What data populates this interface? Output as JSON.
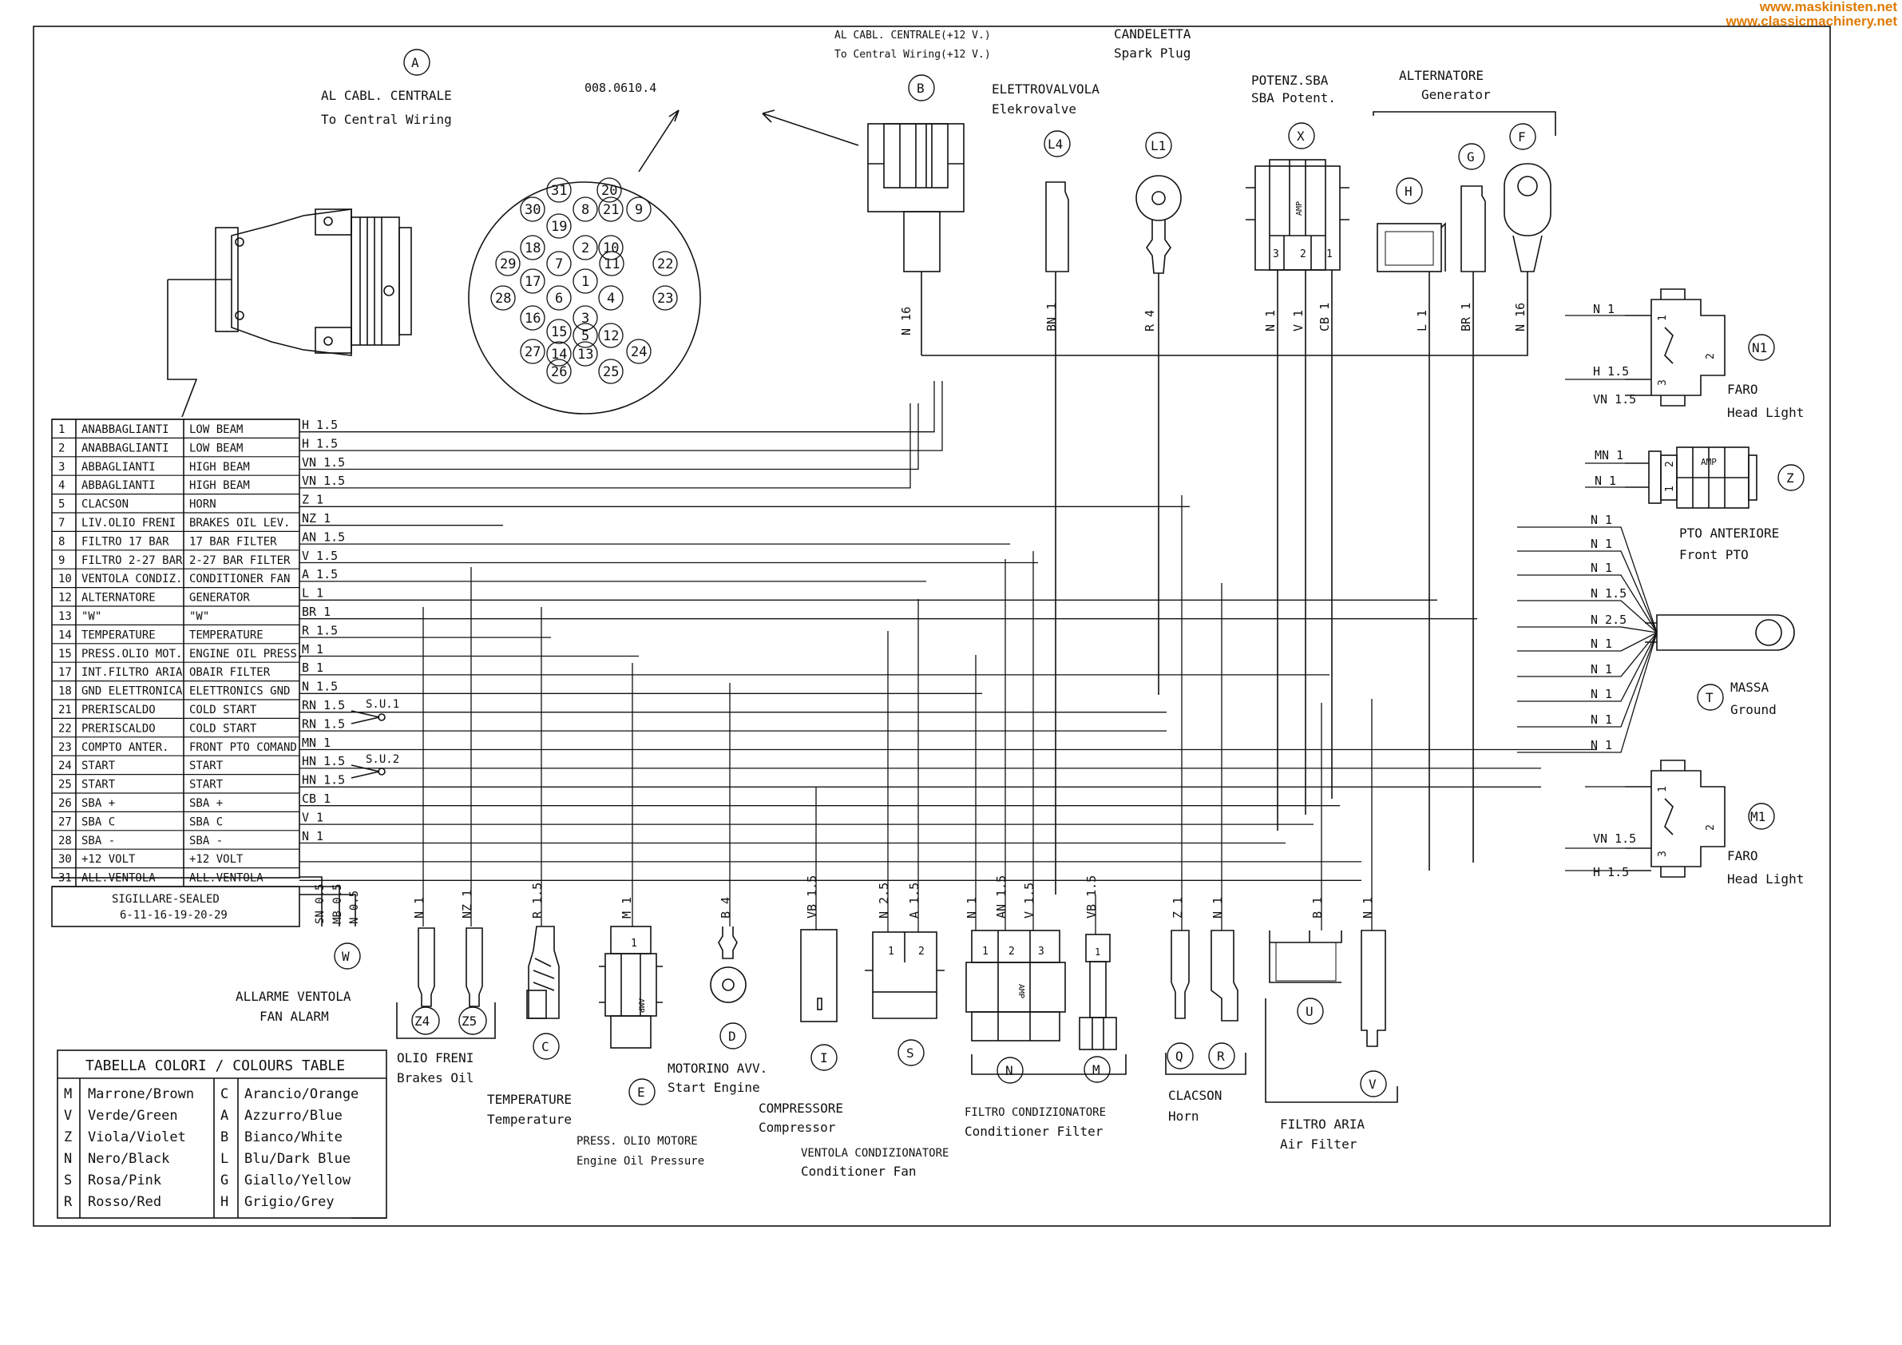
{
  "watermark": {
    "line1": "www.maskinisten.net",
    "line2": "www.classicmachinery.net"
  },
  "pin_table": [
    {
      "n": "1",
      "it": "ANABBAGLIANTI",
      "en": "LOW BEAM",
      "wire": "H 1.5"
    },
    {
      "n": "2",
      "it": "ANABBAGLIANTI",
      "en": "LOW BEAM",
      "wire": "H 1.5"
    },
    {
      "n": "3",
      "it": "ABBAGLIANTI",
      "en": "HIGH BEAM",
      "wire": "VN 1.5"
    },
    {
      "n": "4",
      "it": "ABBAGLIANTI",
      "en": "HIGH BEAM",
      "wire": "VN 1.5"
    },
    {
      "n": "5",
      "it": "CLACSON",
      "en": "HORN",
      "wire": "Z 1"
    },
    {
      "n": "7",
      "it": "LIV.OLIO FRENI",
      "en": "BRAKES OIL LEV.",
      "wire": "NZ 1"
    },
    {
      "n": "8",
      "it": "FILTRO 17 BAR",
      "en": "17 BAR FILTER",
      "wire": "AN 1.5"
    },
    {
      "n": "9",
      "it": "FILTRO 2-27 BAR",
      "en": "2-27 BAR FILTER",
      "wire": "V 1.5"
    },
    {
      "n": "10",
      "it": "VENTOLA CONDIZ.",
      "en": "CONDITIONER FAN",
      "wire": "A 1.5"
    },
    {
      "n": "12",
      "it": "ALTERNATORE",
      "en": "GENERATOR",
      "wire": "L 1"
    },
    {
      "n": "13",
      "it": "\"W\"",
      "en": "\"W\"",
      "wire": "BR 1"
    },
    {
      "n": "14",
      "it": "TEMPERATURE",
      "en": "TEMPERATURE",
      "wire": "R 1.5"
    },
    {
      "n": "15",
      "it": "PRESS.OLIO MOT.",
      "en": "ENGINE OIL PRESS.",
      "wire": "M 1"
    },
    {
      "n": "17",
      "it": "INT.FILTRO ARIA",
      "en": "OBAIR FILTER",
      "wire": "B 1"
    },
    {
      "n": "18",
      "it": "GND ELETTRONICA",
      "en": "ELETTRONICS GND",
      "wire": "N 1.5"
    },
    {
      "n": "21",
      "it": "PRERISCALDO",
      "en": "COLD START",
      "wire": "RN 1.5"
    },
    {
      "n": "22",
      "it": "PRERISCALDO",
      "en": "COLD START",
      "wire": "RN 1.5"
    },
    {
      "n": "23",
      "it": "COMPTO ANTER.",
      "en": "FRONT PTO COMAND",
      "wire": "MN 1"
    },
    {
      "n": "24",
      "it": "START",
      "en": "START",
      "wire": "HN 1.5"
    },
    {
      "n": "25",
      "it": "START",
      "en": "START",
      "wire": "HN 1.5"
    },
    {
      "n": "26",
      "it": "SBA +",
      "en": "SBA +",
      "wire": "CB 1"
    },
    {
      "n": "27",
      "it": "SBA C",
      "en": "SBA C",
      "wire": "V 1"
    },
    {
      "n": "28",
      "it": "SBA -",
      "en": "SBA -",
      "wire": "N 1"
    },
    {
      "n": "30",
      "it": "+12 VOLT",
      "en": "+12 VOLT",
      "wire": ""
    },
    {
      "n": "31",
      "it": "ALL.VENTOLA",
      "en": "ALL.VENTOLA",
      "wire": ""
    }
  ],
  "sealed": {
    "line1": "SIGILLARE-SEALED",
    "line2": "6-11-16-19-20-29"
  },
  "splices": {
    "su1": "S.U.1",
    "su2": "S.U.2"
  },
  "connector_pins": [
    "31",
    "20",
    "30",
    "19",
    "8",
    "21",
    "9",
    "29",
    "18",
    "2",
    "10",
    "22",
    "7",
    "17",
    "1",
    "11",
    "28",
    "6",
    "4",
    "23",
    "16",
    "3",
    "15",
    "5",
    "12",
    "27",
    "14",
    "13",
    "24",
    "26",
    "25"
  ],
  "part_number": "008.0610.4",
  "labels": {
    "A": {
      "code": "A",
      "it": "AL CABL. CENTRALE",
      "en": "To Central Wiring"
    },
    "B": {
      "code": "B",
      "it": "AL CABL. CENTRALE(+12 V.)",
      "en": "To Central Wiring(+12 V.)",
      "wire": "N 16"
    },
    "L4": {
      "code": "L4",
      "it": "ELETTROVALVOLA",
      "en": "Elekrovalve",
      "wire": "BN 1"
    },
    "L1": {
      "code": "L1",
      "it": "CANDELETTA",
      "en": "Spark Plug",
      "wire": "R 4"
    },
    "X": {
      "code": "X",
      "it": "POTENZ.SBA",
      "en": "SBA Potent.",
      "w1": "N 1",
      "w2": "V 1",
      "w3": "CB 1",
      "p3": "3",
      "p2": "2",
      "p1": "1",
      "amp": "AMP"
    },
    "gen": {
      "it": "ALTERNATORE",
      "en": "Generator"
    },
    "H": {
      "code": "H",
      "wire": "L 1"
    },
    "G": {
      "code": "G",
      "wire": "BR 1"
    },
    "F": {
      "code": "F",
      "wire": "N 16"
    },
    "N1": {
      "code": "N1",
      "it": "FARO",
      "en": "Head Light",
      "w1": "N 1",
      "w2": "H 1.5",
      "w3": "VN 1.5",
      "p1": "1",
      "p2": "2",
      "p3": "3"
    },
    "Z": {
      "code": "Z",
      "it": "PTO ANTERIORE",
      "en": "Front PTO",
      "w1": "MN 1",
      "w2": "N 1",
      "p1": "2",
      "p2": "1",
      "amp": "AMP"
    },
    "T": {
      "code": "T",
      "it": "MASSA",
      "en": "Ground",
      "wires": [
        "N 1",
        "N 1",
        "N 1",
        "N 1.5",
        "N 2.5",
        "N 1",
        "N 1",
        "N 1",
        "N 1",
        "N 1"
      ]
    },
    "M1": {
      "code": "M1",
      "it": "FARO",
      "en": "Head Light",
      "w1": "VN 1.5",
      "w2": "H 1.5",
      "p1": "1",
      "p2": "2",
      "p3": "3"
    },
    "W": {
      "code": "W",
      "it": "ALLARME VENTOLA",
      "en": "FAN ALARM",
      "w1": "SN 0.5",
      "w2": "MB 0.5",
      "w3": "N 0.5"
    },
    "Z4": {
      "code": "Z4",
      "wire": "N 1"
    },
    "Z5": {
      "code": "Z5",
      "wire": "NZ 1"
    },
    "brakes": {
      "it": "OLIO FRENI",
      "en": "Brakes Oil"
    },
    "C": {
      "code": "C",
      "it": "TEMPERATURE",
      "en": "Temperature",
      "wire": "R 1.5"
    },
    "E": {
      "code": "E",
      "it": "PRESS. OLIO MOTORE",
      "en": "Engine Oil Pressure",
      "wire": "M 1",
      "p": "1",
      "amp": "AMP"
    },
    "D": {
      "code": "D",
      "it": "MOTORINO AVV.",
      "en": "Start Engine",
      "wire": "B 4"
    },
    "I": {
      "code": "I",
      "it": "COMPRESSORE",
      "en": "Compressor",
      "wire": "VB 1.5"
    },
    "S": {
      "code": "S",
      "it": "VENTOLA CONDIZIONATORE",
      "en": "Conditioner Fan",
      "w1": "N 2.5",
      "w2": "A 1.5",
      "p1": "1",
      "p2": "2"
    },
    "N": {
      "code": "N",
      "w1": "N 1",
      "w2": "AN 1.5",
      "w3": "V 1.5",
      "p1": "1",
      "p2": "2",
      "p3": "3",
      "amp": "AMP"
    },
    "M": {
      "code": "M",
      "wire": "VB 1.5",
      "p": "1"
    },
    "filter": {
      "it": "FILTRO CONDIZIONATORE",
      "en": "Conditioner Filter"
    },
    "Q": {
      "code": "Q",
      "wire": "Z 1"
    },
    "R": {
      "code": "R",
      "wire": "N 1"
    },
    "horn": {
      "it": "CLACSON",
      "en": "Horn"
    },
    "U": {
      "code": "U",
      "wire": "B 1"
    },
    "V": {
      "code": "V",
      "wire": "N 1"
    },
    "air": {
      "it": "FILTRO ARIA",
      "en": "Air Filter"
    }
  },
  "colours": {
    "title": "TABELLA COLORI / COLOURS TABLE",
    "rows": [
      {
        "c1": "M",
        "n1": "Marrone/Brown",
        "c2": "C",
        "n2": "Arancio/Orange"
      },
      {
        "c1": "V",
        "n1": "Verde/Green",
        "c2": "A",
        "n2": "Azzurro/Blue"
      },
      {
        "c1": "Z",
        "n1": "Viola/Violet",
        "c2": "B",
        "n2": "Bianco/White"
      },
      {
        "c1": "N",
        "n1": "Nero/Black",
        "c2": "L",
        "n2": "Blu/Dark Blue"
      },
      {
        "c1": "S",
        "n1": "Rosa/Pink",
        "c2": "G",
        "n2": "Giallo/Yellow"
      },
      {
        "c1": "R",
        "n1": "Rosso/Red",
        "c2": "H",
        "n2": "Grigio/Grey"
      }
    ]
  }
}
